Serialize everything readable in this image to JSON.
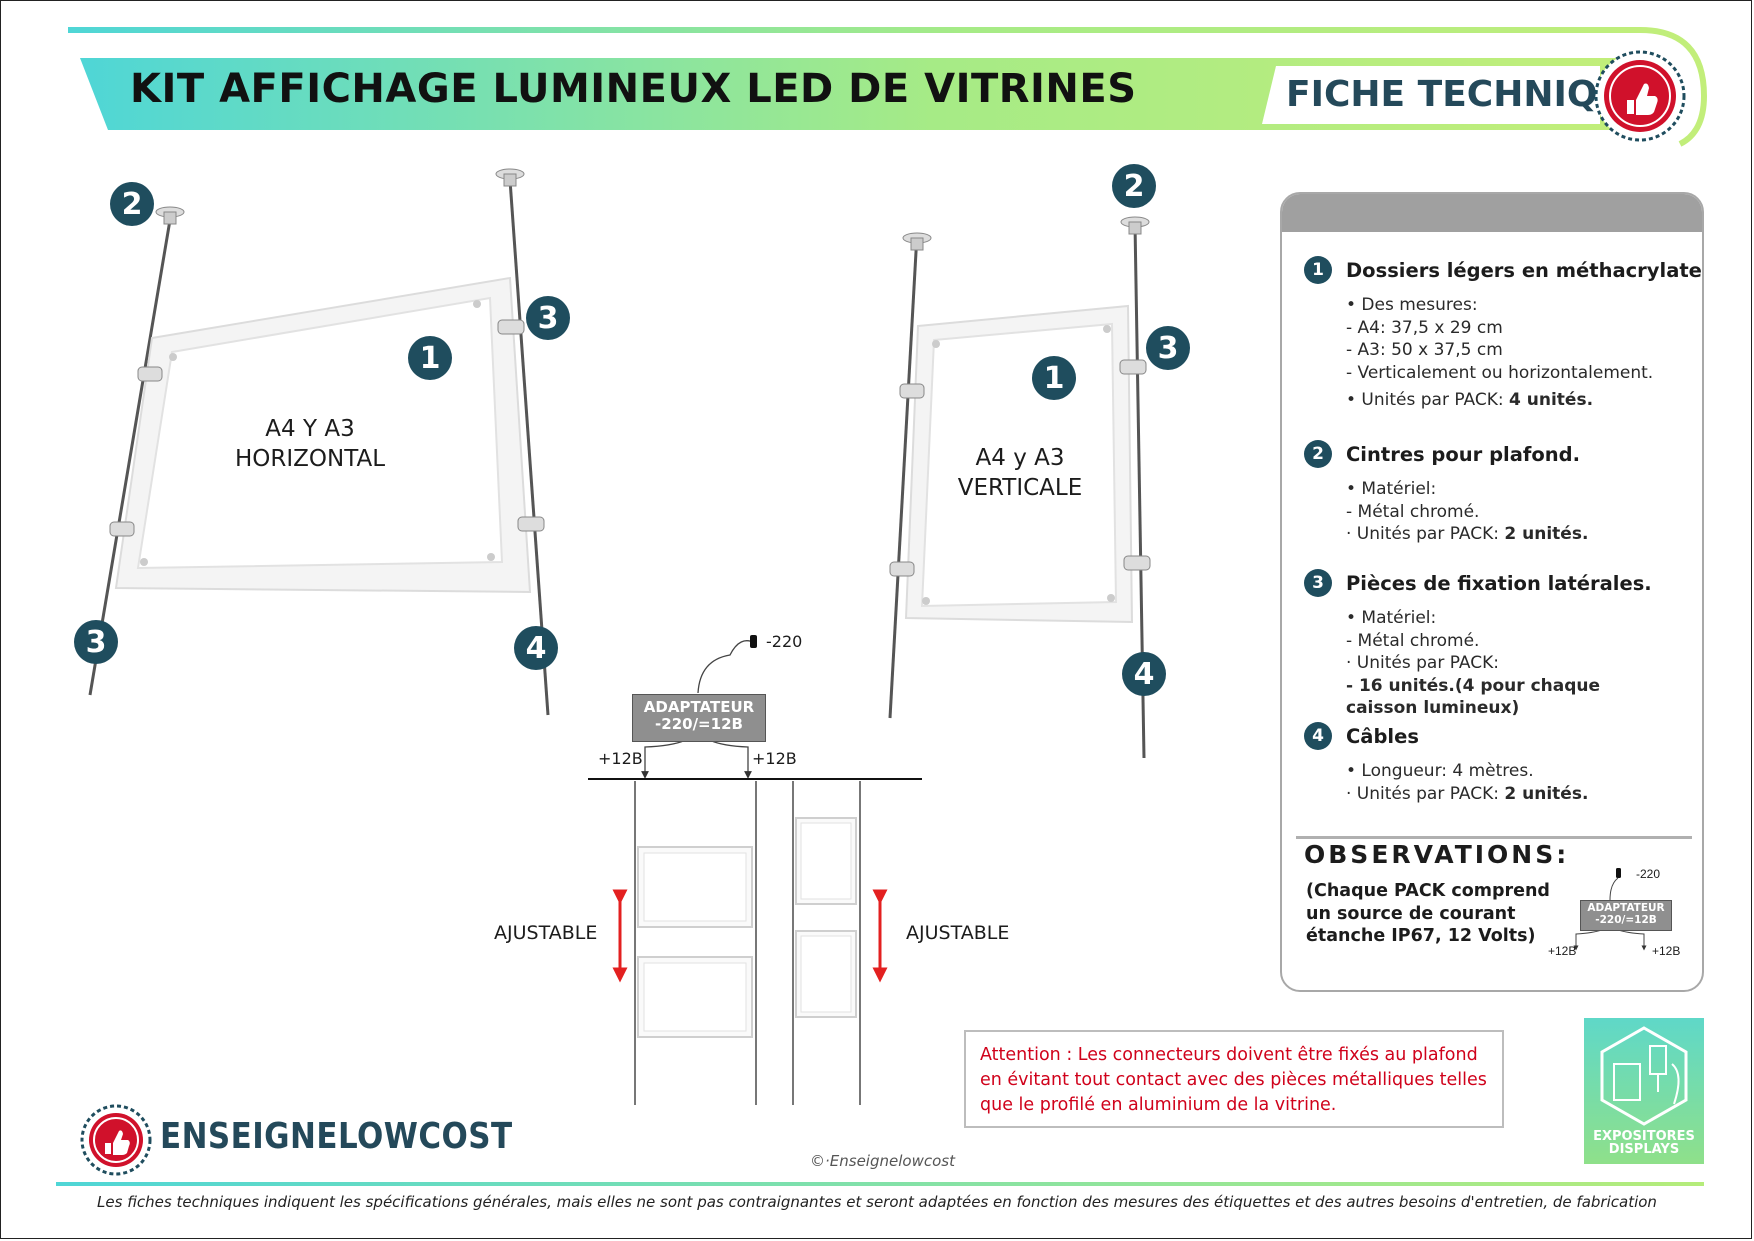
{
  "header": {
    "title": "KIT AFFICHAGE LUMINEUX LED DE VITRINES",
    "badge": "FICHE TECHNIQUE"
  },
  "diagram": {
    "horizontal_label_1": "A4 Y A3",
    "horizontal_label_2": "HORIZONTAL",
    "vertical_label_1": "A4 y A3",
    "vertical_label_2": "VERTICALE",
    "markers": [
      "1",
      "2",
      "3",
      "4"
    ],
    "power": "-220",
    "adapter_line_1": "ADAPTATEUR",
    "adapter_line_2": "-220/=12B",
    "output_left": "+12B",
    "output_right": "+12B",
    "adjustable_left": "AJUSTABLE",
    "adjustable_right": "AJUSTABLE"
  },
  "specs": {
    "items": [
      {
        "num": "1",
        "title": "Dossiers légers en méthacrylate.",
        "lines": [
          "• Des mesures:",
          "- A4: 37,5 x 29 cm",
          "- A3: 50 x 37,5 cm",
          "- Verticalement ou horizontalement."
        ],
        "units_prefix": "• Unités par PACK: ",
        "units_value": "4 unités."
      },
      {
        "num": "2",
        "title": "Cintres pour plafond.",
        "lines": [
          "• Matériel:",
          "- Métal chromé."
        ],
        "units_prefix": "· Unités par PACK: ",
        "units_value": "2 unités."
      },
      {
        "num": "3",
        "title": "Pièces de fixation latérales.",
        "lines": [
          "• Matériel:",
          "- Métal chromé.",
          "· Unités par PACK:"
        ],
        "units_bold": "- 16 unités.(4 pour chaque caisson lumineux)"
      },
      {
        "num": "4",
        "title": "Câbles",
        "lines": [
          "• Longueur: 4 mètres."
        ],
        "units_prefix": "· Unités par PACK: ",
        "units_value": "2 unités."
      }
    ],
    "observations_title": "OBSERVATIONS",
    "observations_colon": ":",
    "observations_text": "(Chaque PACK comprend un source de courant étanche IP67, 12 Volts)"
  },
  "attention": {
    "prefix": "Attention : ",
    "text": " Les connecteurs doivent être fixés au plafond en évitant tout contact avec des pièces métalliques telles que le profilé en aluminium de la vitrine."
  },
  "branding": {
    "name": "ENSEIGNELOWCOST",
    "copyright": "©·Enseignelowcost",
    "partner_line_1": "EXPOSITORES",
    "partner_line_2": "DISPLAYS"
  },
  "footer": {
    "disclaimer": "Les fiches techniques indiquent les spécifications générales, mais elles ne sont pas contraignantes et seront adaptées en fonction des mesures des étiquettes et des autres besoins d'entretien, de fabrication"
  },
  "colors": {
    "teal_dark": "#1f4d5e",
    "gradient_start": "#4fd6d6",
    "gradient_end": "#b5ec7a",
    "warning_red": "#d0021b",
    "panel_gray": "#a0a0a0"
  }
}
